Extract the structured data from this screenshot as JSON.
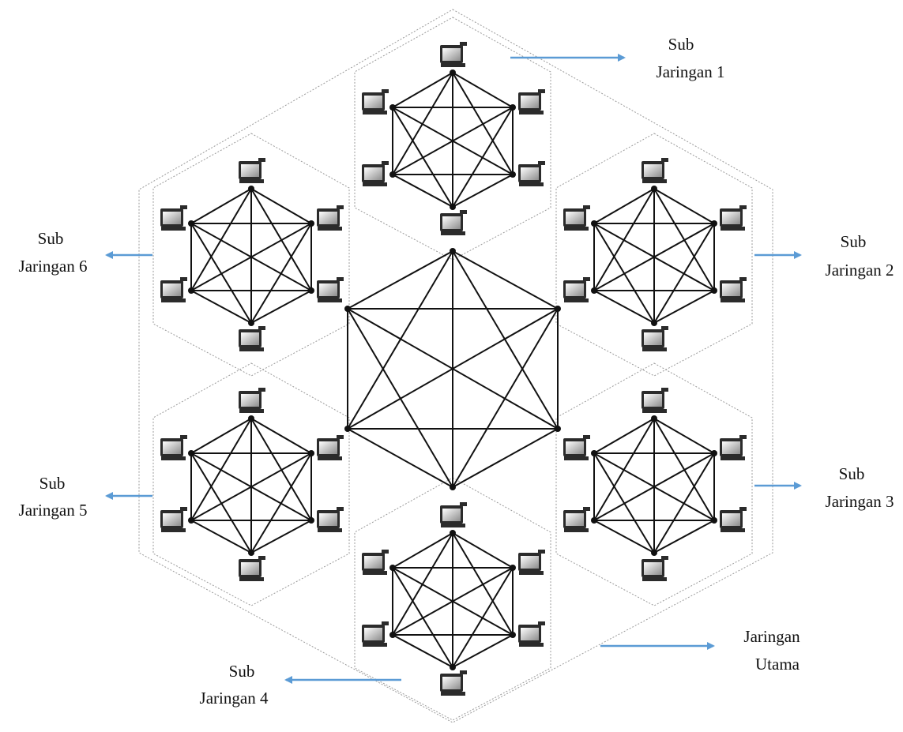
{
  "labels": {
    "sub1": [
      "Sub",
      "Jaringan 1"
    ],
    "sub2": [
      "Sub",
      "Jaringan 2"
    ],
    "sub3": [
      "Sub",
      "Jaringan 3"
    ],
    "sub4": [
      "Sub",
      "Jaringan 4"
    ],
    "sub5": [
      "Sub",
      "Jaringan 5"
    ],
    "sub6": [
      "Sub",
      "Jaringan 6"
    ],
    "main": [
      "Jaringan",
      "Utama"
    ]
  },
  "icons": {
    "computer": "computer-icon"
  },
  "colors": {
    "arrow": "#5b9bd5",
    "edge": "#111111",
    "boundary": "#9a9a9a"
  },
  "topology": {
    "main_nodes": 6,
    "subnetworks": 6,
    "nodes_per_subnetwork": 6,
    "mesh": "full"
  }
}
